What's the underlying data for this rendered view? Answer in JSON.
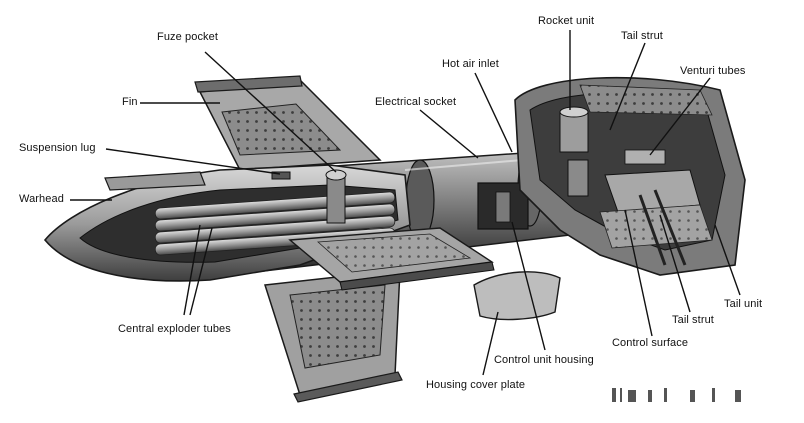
{
  "labels": {
    "fuze_pocket": "Fuze pocket",
    "rocket_unit": "Rocket unit",
    "tail_strut_top": "Tail strut",
    "hot_air_inlet": "Hot air inlet",
    "venturi_tubes": "Venturi tubes",
    "fin": "Fin",
    "electrical_socket": "Electrical socket",
    "suspension_lug": "Suspension lug",
    "warhead": "Warhead",
    "central_exploder_tubes": "Central exploder tubes",
    "control_unit_housing": "Control unit housing",
    "control_surface": "Control surface",
    "tail_strut_bottom": "Tail strut",
    "tail_unit": "Tail unit",
    "housing_cover_plate": "Housing cover plate"
  },
  "colors": {
    "ink": "#1a1a1a",
    "body_dark": "#3a3a3a",
    "body_mid": "#7a7a7a",
    "body_light": "#b8b8b8",
    "panel": "#9a9a9a",
    "leader": "#111111"
  }
}
